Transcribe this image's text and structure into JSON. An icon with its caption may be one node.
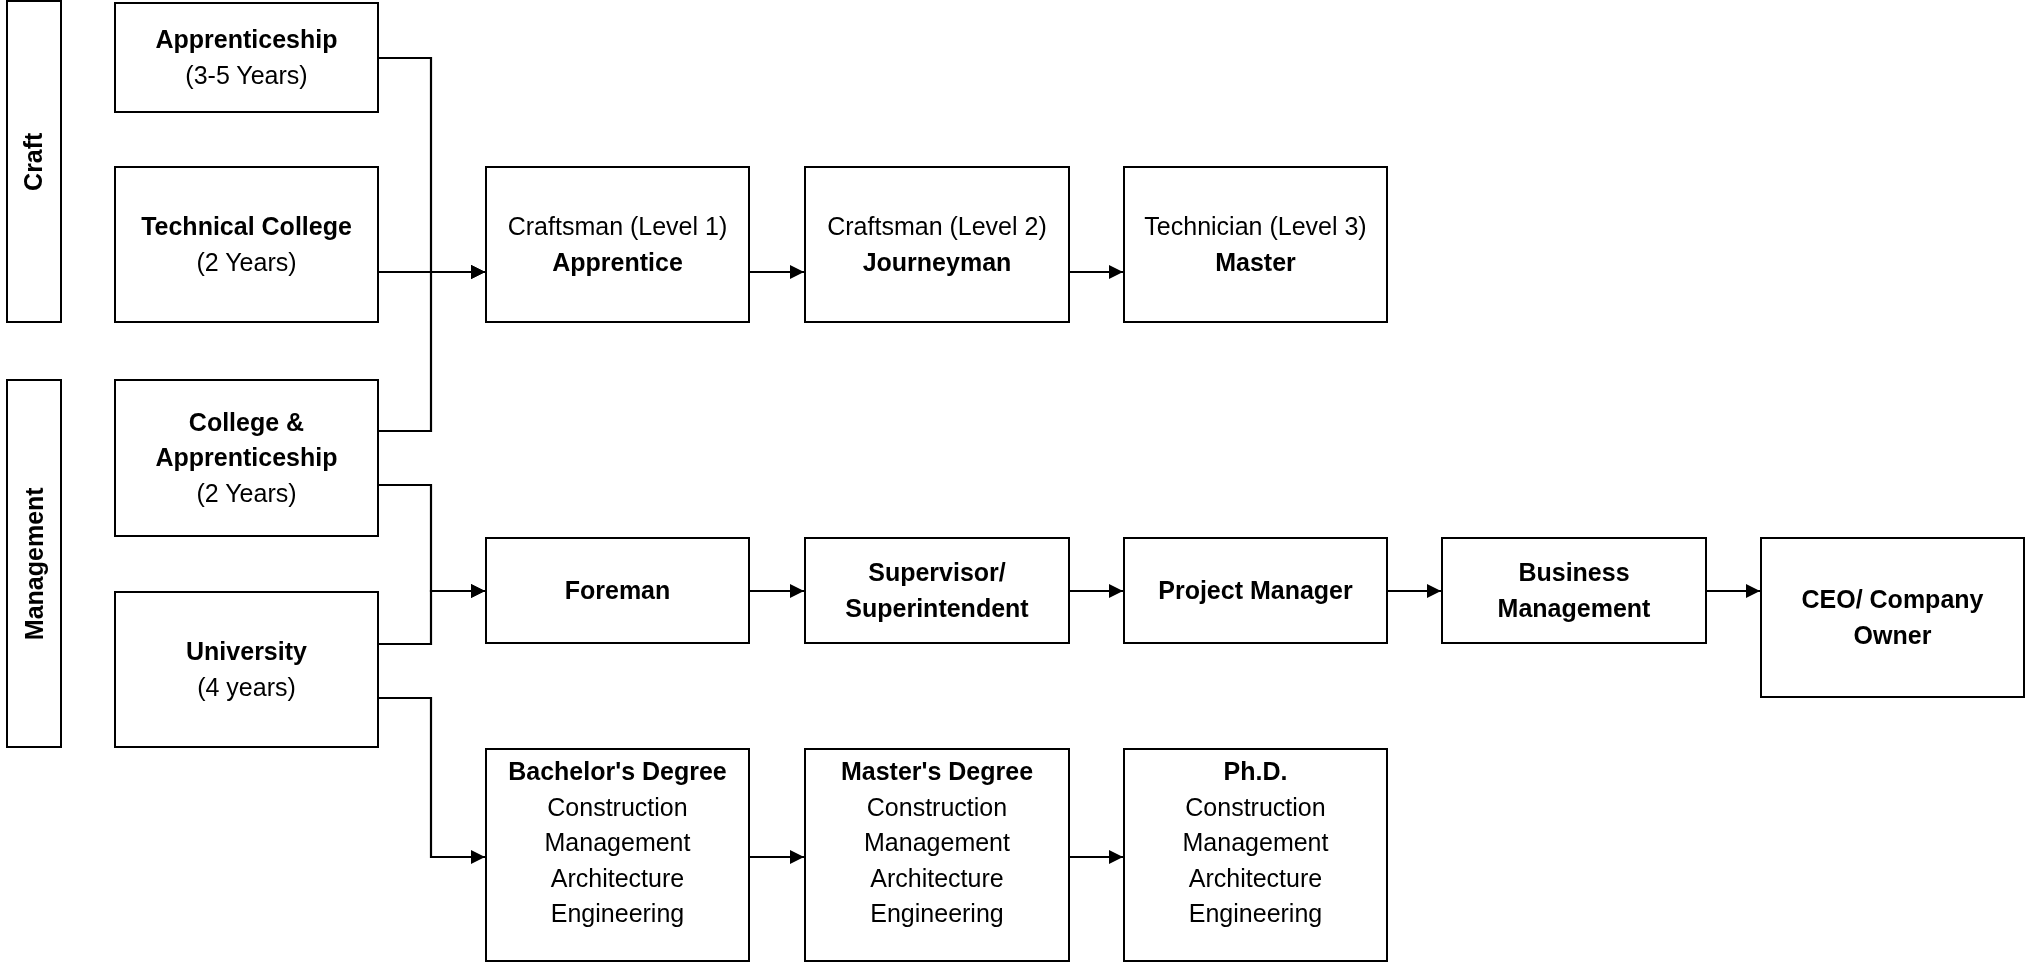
{
  "diagram": {
    "nodes": [
      {
        "text": [
          "Craft"
        ]
      },
      {
        "text": [
          "Apprenticeship",
          "(3-5 Years)"
        ]
      },
      {
        "text": [
          "Technical College",
          "(2 Years)"
        ]
      },
      {
        "text": [
          "Craftsman (Level 1)",
          "Apprentice"
        ]
      },
      {
        "text": [
          "Craftsman (Level 2)",
          "Journeyman"
        ]
      },
      {
        "text": [
          "Technician (Level 3)",
          "Master"
        ]
      },
      {
        "text": [
          "Management"
        ]
      },
      {
        "text": [
          "College & Apprenticeship",
          "(2 Years)"
        ]
      },
      {
        "text": [
          "Foreman"
        ]
      },
      {
        "text": [
          "Supervisor/ Superintendent"
        ]
      },
      {
        "text": [
          "Project Manager"
        ]
      },
      {
        "text": [
          "Business Management"
        ]
      },
      {
        "text": [
          "CEO/ Company Owner"
        ]
      },
      {
        "text": [
          "University",
          "(4 years)"
        ]
      },
      {
        "text": [
          "Bachelor's Degree",
          "Construction Management",
          "Architecture",
          "Engineering"
        ]
      },
      {
        "text": [
          "Master's Degree",
          "Construction Management",
          "Architecture",
          "Engineering"
        ]
      },
      {
        "text": [
          "Ph.D.",
          "Construction Management",
          "Architecture",
          "Engineering"
        ]
      }
    ],
    "edges": [
      {
        "from": 1,
        "to": 3,
        "arrow": "to"
      },
      {
        "from": 2,
        "to": 3,
        "arrow": "to"
      },
      {
        "from": 7,
        "to": 3,
        "arrow": "to"
      },
      {
        "from": 3,
        "to": 4,
        "arrow": "to"
      },
      {
        "from": 4,
        "to": 5,
        "arrow": "to"
      },
      {
        "from": 7,
        "to": 8,
        "arrow": "to"
      },
      {
        "from": 13,
        "to": 8,
        "arrow": "to"
      },
      {
        "from": 13,
        "to": 14,
        "arrow": "to"
      },
      {
        "from": 8,
        "to": 9,
        "arrow": "to"
      },
      {
        "from": 9,
        "to": 10,
        "arrow": "to"
      },
      {
        "from": 10,
        "to": 11,
        "arrow": "to"
      },
      {
        "from": 11,
        "to": 12,
        "arrow": "to"
      },
      {
        "from": 14,
        "to": 15,
        "arrow": "to"
      },
      {
        "from": 15,
        "to": 16,
        "arrow": "to"
      }
    ]
  }
}
